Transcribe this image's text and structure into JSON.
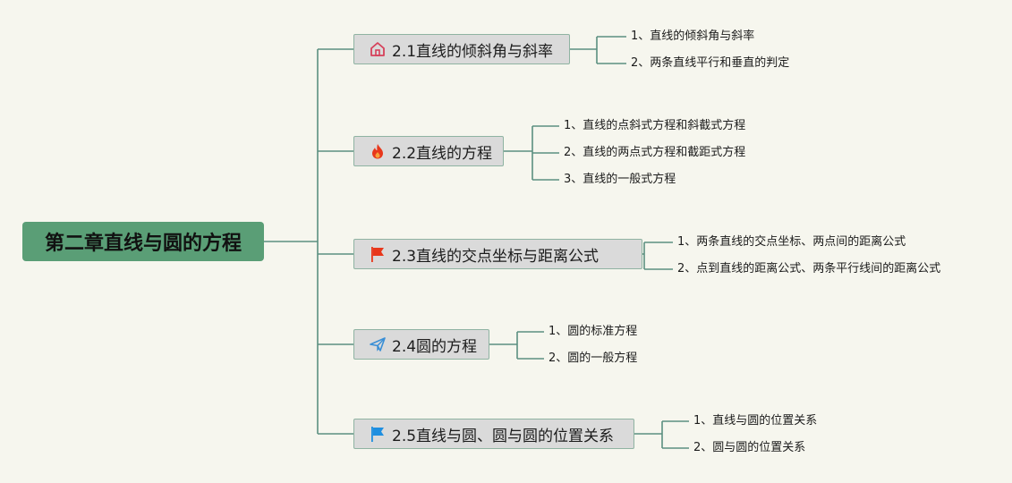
{
  "root": {
    "title": "第二章直线与圆的方程"
  },
  "branches": [
    {
      "label": "2.1直线的倾斜角与斜率",
      "icon": "house-icon",
      "icon_color": "#d6405a",
      "leaves": [
        "1、直线的倾斜角与斜率",
        "2、两条直线平行和垂直的判定"
      ]
    },
    {
      "label": "2.2直线的方程",
      "icon": "fire-icon",
      "icon_color": "#e8371b",
      "leaves": [
        "1、直线的点斜式方程和斜截式方程",
        "2、直线的两点式方程和截距式方程",
        "3、直线的一般式方程"
      ]
    },
    {
      "label": "2.3直线的交点坐标与距离公式",
      "icon": "red-flag-icon",
      "icon_color": "#e8371b",
      "leaves": [
        "1、两条直线的交点坐标、两点间的距离公式",
        "2、点到直线的距离公式、两条平行线间的距离公式"
      ]
    },
    {
      "label": "2.4圆的方程",
      "icon": "paper-plane-icon",
      "icon_color": "#3a8fd6",
      "leaves": [
        "1、圆的标准方程",
        "2、圆的一般方程"
      ]
    },
    {
      "label": "2.5直线与圆、圆与圆的位置关系",
      "icon": "blue-flag-icon",
      "icon_color": "#1f8fe0",
      "leaves": [
        "1、直线与圆的位置关系",
        "2、圆与圆的位置关系"
      ]
    }
  ],
  "colors": {
    "line": "#5b8f80",
    "root_fill": "#5a9e76",
    "branch_fill": "#dadada",
    "background": "#f6f6ee"
  }
}
